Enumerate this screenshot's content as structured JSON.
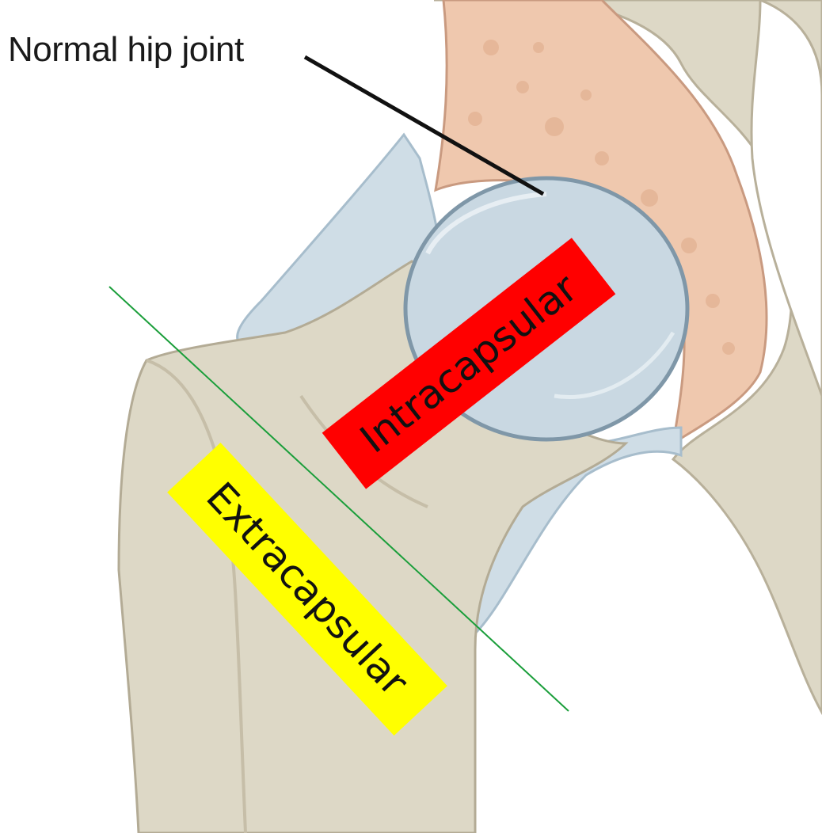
{
  "labels": {
    "joint_title": "Normal hip joint",
    "intracapsular": "Intracapsular",
    "extracapsular": "Extracapsular"
  },
  "colors": {
    "intracapsular_box": "#ff0000",
    "extracapsular_box": "#ffff00",
    "divider_line": "#1a9e3a",
    "bone": "#ddd8c6",
    "cartilage": "#c9d8e2",
    "spongy_bone": "#efc8ae",
    "capsule": "#cfdde6"
  },
  "icons": [
    "femur-illustration",
    "pelvis-illustration",
    "femoral-head-illustration"
  ]
}
